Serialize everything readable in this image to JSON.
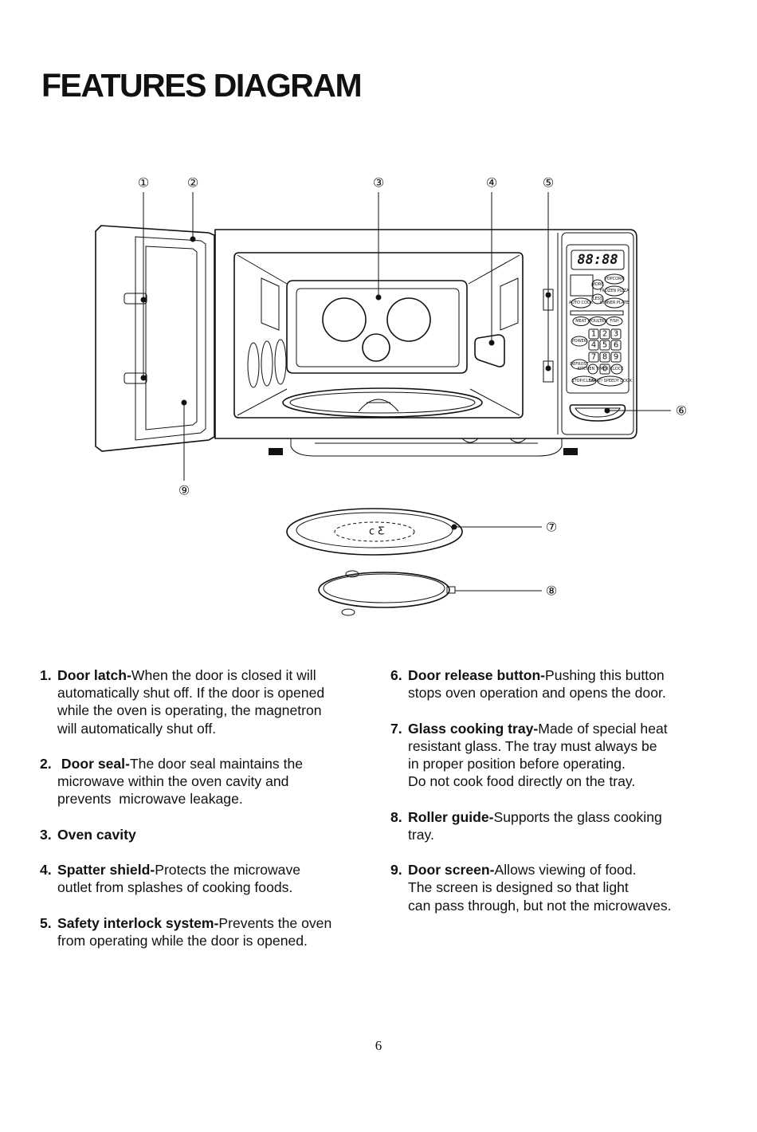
{
  "title": "FEATURES DIAGRAM",
  "diagram": {
    "callouts": [
      "①",
      "②",
      "③",
      "④",
      "⑤",
      "⑥",
      "⑦",
      "⑧",
      "⑨"
    ],
    "display": "88:88",
    "panel_buttons": {
      "popcorn": "POPCORN",
      "more": "MORE",
      "frozen_pizza": "FROZEN PIZZA",
      "auto_cook": "AUTO COOK",
      "less": "LESS",
      "dinner_plate": "DINNER PLATE",
      "meat": "MEAT",
      "poultry": "POULTRY",
      "fish": "FISH",
      "power": "POWER",
      "defrost": "DEFROST",
      "kitchen_timer": "KITCHEN TIMER",
      "clock": "CLOCK",
      "stop_clear": "STOP/CLEAR",
      "start_speedy_cook": "START/ SPEEDY COOK",
      "digits": [
        "1",
        "2",
        "3",
        "4",
        "5",
        "6",
        "7",
        "8",
        "9",
        "0"
      ]
    }
  },
  "items_left": [
    {
      "num": "1.",
      "term": "Door latch-",
      "text": "When the door is closed it will",
      "cont": [
        "automatically shut off. If the door is opened",
        "while the oven is operating, the magnetron",
        "will automatically shut off."
      ]
    },
    {
      "num": "2.",
      "term": " Door seal-",
      "text": "The door seal maintains the",
      "cont": [
        "microwave within the oven cavity and",
        "prevents  microwave leakage."
      ]
    },
    {
      "num": "3.",
      "term": "Oven cavity",
      "text": "",
      "cont": []
    },
    {
      "num": "4.",
      "term": "Spatter shield-",
      "text": "Protects the microwave",
      "cont": [
        "outlet from splashes of cooking foods."
      ]
    },
    {
      "num": "5.",
      "term": "Safety interlock system-",
      "text": "Prevents the oven",
      "cont": [
        "from operating while the door is opened."
      ]
    }
  ],
  "items_right": [
    {
      "num": "6.",
      "term": "Door release button-",
      "text": "Pushing this button",
      "cont": [
        "stops oven operation and opens the door."
      ]
    },
    {
      "num": "7.",
      "term": "Glass cooking tray-",
      "text": "Made of special heat",
      "cont": [
        "resistant glass. The tray must always be",
        "in proper position before operating.",
        "Do not cook food directly on the tray."
      ]
    },
    {
      "num": "8.",
      "term": "Roller guide-",
      "text": "Supports the glass cooking",
      "cont": [
        "tray."
      ]
    },
    {
      "num": "9.",
      "term": "Door screen-",
      "text": "Allows viewing of food.",
      "cont": [
        "The screen is designed so that light",
        "can pass through, but not the microwaves."
      ]
    }
  ],
  "page_number": "6"
}
